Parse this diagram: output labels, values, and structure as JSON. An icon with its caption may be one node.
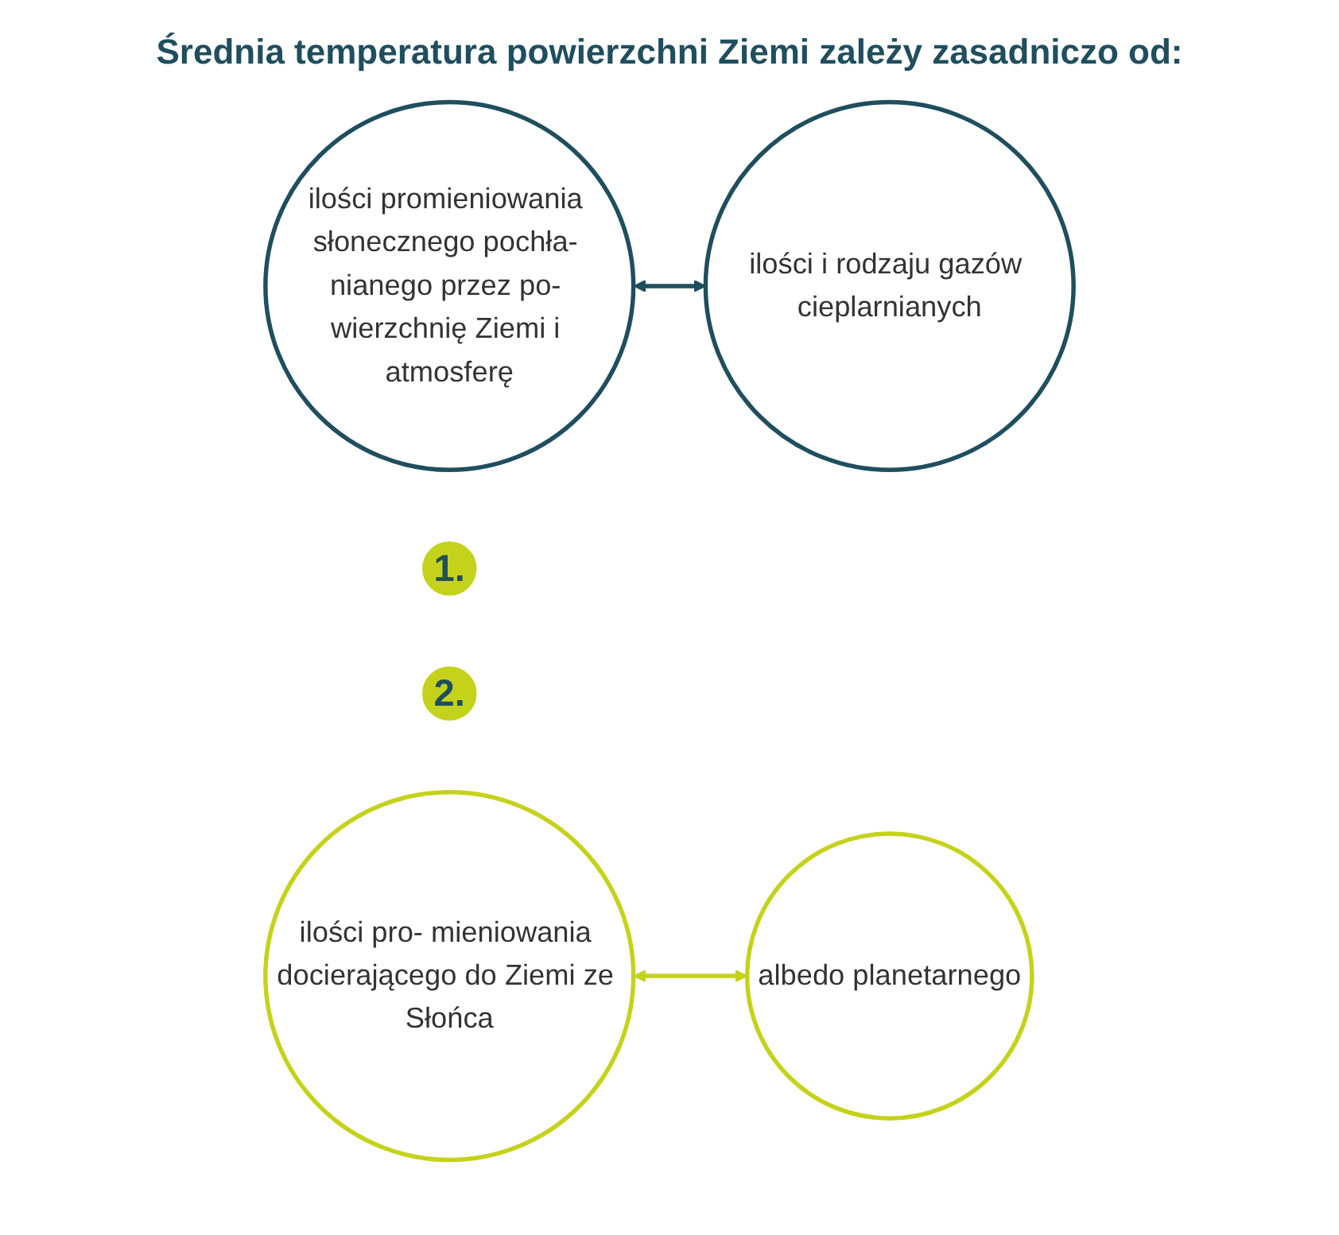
{
  "diagram": {
    "title": "Średnia temperatura powierzchni Ziemi zależy zasadniczo od:",
    "nodes": [
      {
        "text": [
          "ilości promieniowania słonecznego pochła- nianego przez po- wierzchnię Ziemi i atmosferę"
        ]
      },
      {
        "text": [
          "1."
        ]
      },
      {
        "text": [
          "ilości i rodzaju gazów cieplarnianych"
        ]
      },
      {
        "text": [
          "2."
        ]
      },
      {
        "text": [
          "ilości pro- mieniowania docierającego do Ziemi ze Słońca"
        ]
      },
      {
        "text": [
          "albedo planetarnego"
        ]
      }
    ],
    "edges": [
      {
        "from": 0,
        "to": 2,
        "arrow": "both",
        "color": "#1f4e5f"
      },
      {
        "from": 4,
        "to": 5,
        "arrow": "both",
        "color": "#c5d21b"
      }
    ]
  }
}
